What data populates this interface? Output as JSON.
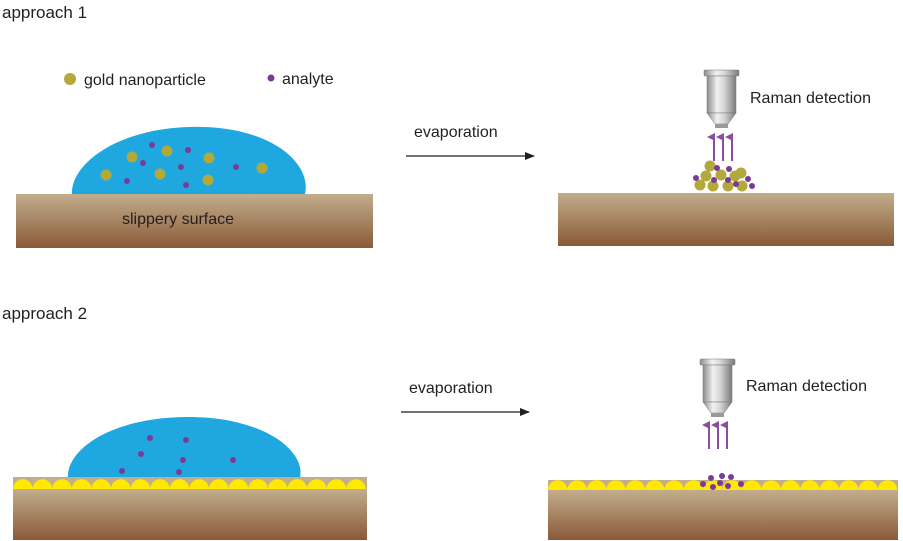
{
  "approach1": {
    "title": "approach 1",
    "legend": {
      "gold_label": "gold nanoparticle",
      "analyte_label": "analyte"
    },
    "surface_label": "slippery surface",
    "arrow_label": "evaporation",
    "detection_label": "Raman detection"
  },
  "approach2": {
    "title": "approach 2",
    "arrow_label": "evaporation",
    "detection_label": "Raman detection"
  },
  "colors": {
    "droplet": "#1fa8e0",
    "gold_nanoparticle": "#b3a83a",
    "analyte": "#7b3a96",
    "gold_layer": "#ffe900",
    "substrate_top": "#c2ad8c",
    "substrate_bottom": "#8a5a38",
    "raman_arrow": "#8b4d9e"
  }
}
